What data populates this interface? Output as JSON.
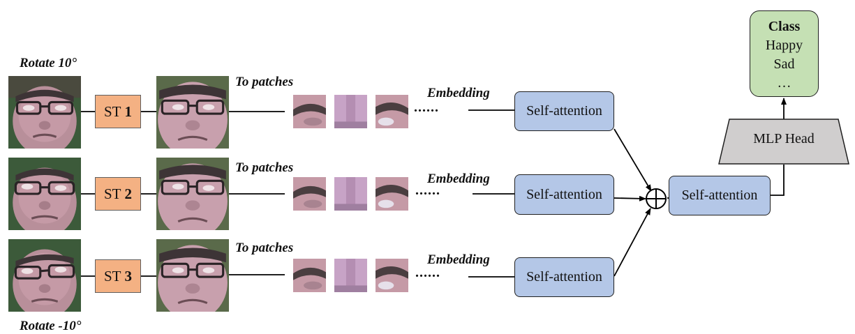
{
  "rotate_top_label": "Rotate 10°",
  "rotate_bottom_label": "Rotate -10°",
  "branches": [
    {
      "st_prefix": "ST",
      "st_number": "1",
      "to_patches": "To patches",
      "embedding": "Embedding",
      "dots": "......",
      "attention": "Self-attention"
    },
    {
      "st_prefix": "ST",
      "st_number": "2",
      "to_patches": "To patches",
      "embedding": "Embedding",
      "dots": "......",
      "attention": "Self-attention"
    },
    {
      "st_prefix": "ST",
      "st_number": "3",
      "to_patches": "To patches",
      "embedding": "Embedding",
      "dots": "......",
      "attention": "Self-attention"
    }
  ],
  "fusion": {
    "symbol": "⊕",
    "attention": "Self-attention"
  },
  "head": {
    "label": "MLP Head"
  },
  "classes": {
    "title": "Class",
    "items": [
      "Happy",
      "Sad",
      "…"
    ]
  },
  "colors": {
    "st_fill": "#f4b183",
    "attention_fill": "#b4c7e7",
    "head_fill": "#d0cece",
    "class_fill": "#c5e0b4"
  }
}
